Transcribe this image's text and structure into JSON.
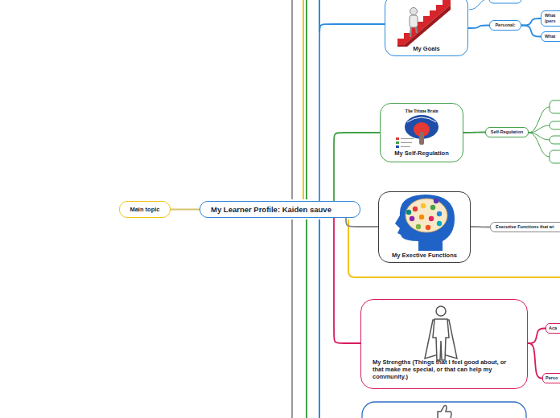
{
  "diagram": {
    "nodes": [
      {
        "text": [
          "Main topic"
        ]
      },
      {
        "text": [
          "My Learner Profile: Kaiden sauve"
        ]
      },
      {
        "text": [
          "My Goals"
        ]
      },
      {
        "text": [
          "Personal:"
        ]
      },
      {
        "text": [
          "What (pers"
        ]
      },
      {
        "text": [
          "What"
        ]
      },
      {
        "text": [
          "My Self-Regulation"
        ]
      },
      {
        "text": [
          "Self-Regulation"
        ]
      },
      {
        "text": [
          "My Exective Functions"
        ]
      },
      {
        "text": [
          "Executive Functions that wi"
        ]
      },
      {
        "text": [
          "My Strengths (Things that I feel good about, or that make me special, or that can help my community.)"
        ]
      },
      {
        "text": [
          "Aca"
        ]
      },
      {
        "text": [
          "Perso"
        ]
      }
    ],
    "edges": [
      {
        "from": 0,
        "to": 1,
        "arrow": "none"
      },
      {
        "from": 1,
        "to": 2,
        "arrow": "none"
      },
      {
        "from": 2,
        "to": 3,
        "arrow": "none"
      },
      {
        "from": 3,
        "to": 4,
        "arrow": "none"
      },
      {
        "from": 3,
        "to": 5,
        "arrow": "none"
      },
      {
        "from": 1,
        "to": 6,
        "arrow": "none"
      },
      {
        "from": 6,
        "to": 7,
        "arrow": "none"
      },
      {
        "from": 1,
        "to": 8,
        "arrow": "none"
      },
      {
        "from": 8,
        "to": 9,
        "arrow": "none"
      },
      {
        "from": 1,
        "to": 10,
        "arrow": "none"
      },
      {
        "from": 10,
        "to": 11,
        "arrow": "none"
      },
      {
        "from": 10,
        "to": 12,
        "arrow": "none"
      }
    ],
    "labels": [
      "The Triune Brain"
    ]
  }
}
